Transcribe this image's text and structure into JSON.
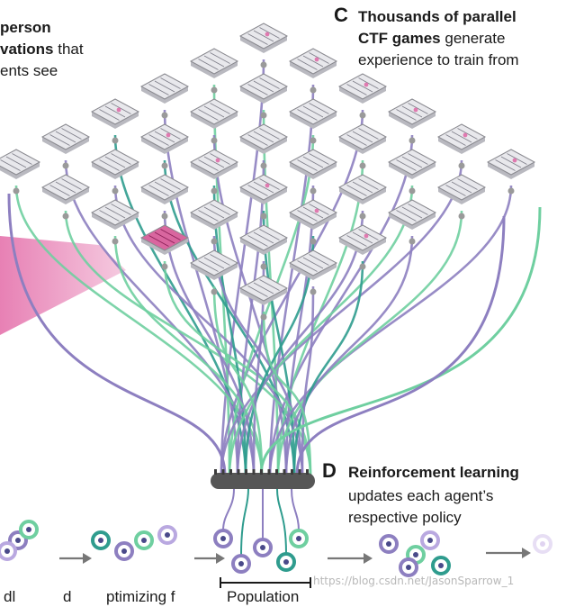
{
  "panel_b": {
    "line1_bold": "person",
    "line2_bold": "vations",
    "line2_rest": " that",
    "line3": "ents see"
  },
  "panel_c": {
    "letter": "C",
    "line1_bold": "Thousands of parallel",
    "line2_bold": "CTF games",
    "line2_rest": " generate",
    "line3": "experience to train from"
  },
  "panel_d": {
    "letter": "D",
    "line1_bold": "Reinforcement learning",
    "line2": "updates each agent’s",
    "line3": "respective policy"
  },
  "bottom": {
    "left_fragment": "dl",
    "population_label": "Population",
    "fragment_2": "d",
    "fragment_3": "ptimizing f"
  },
  "watermark": "https://blog.csdn.net/JasonSparrow_1",
  "colors": {
    "purple": "#8d7fc0",
    "green": "#6fcfa0",
    "teal": "#2f9c8e",
    "pink": "#e07ab0",
    "hub": "#555555",
    "tile_top": "#e8e8ec",
    "tile_side": "#b9b9c0"
  }
}
